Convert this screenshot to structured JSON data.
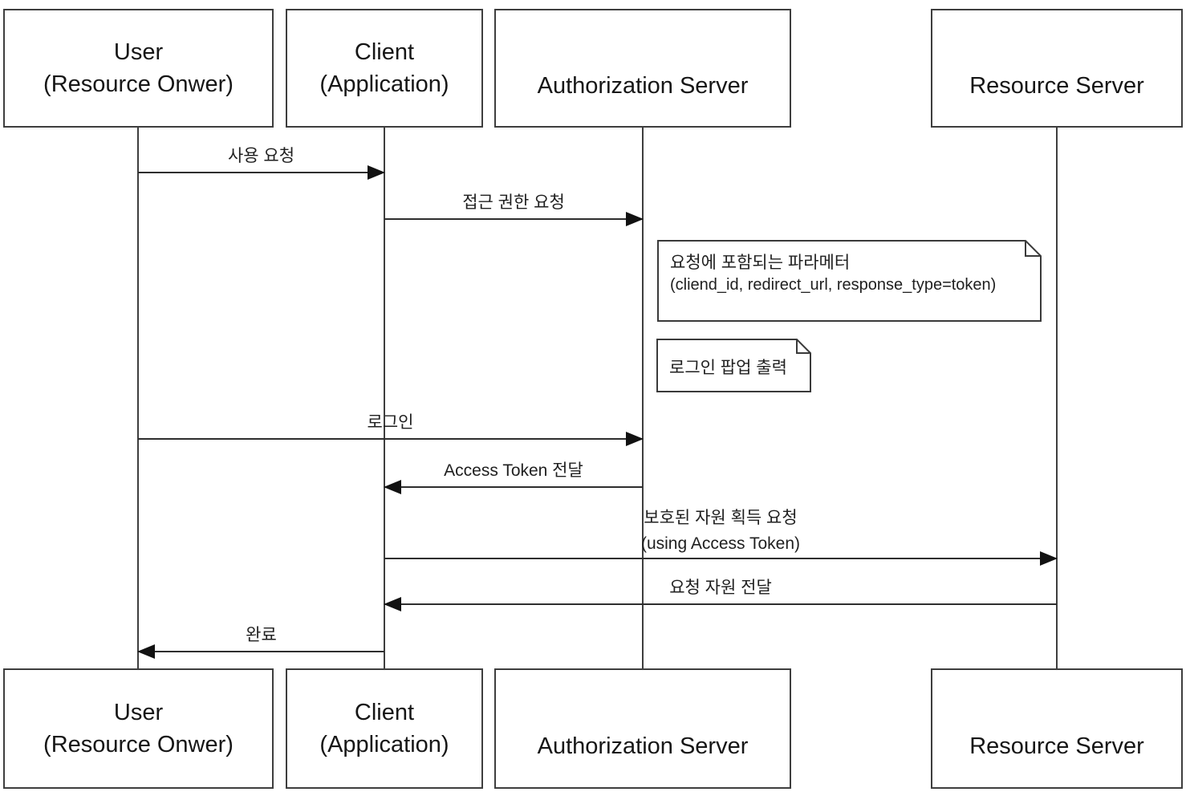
{
  "actors": [
    {
      "id": "user",
      "line1": "User",
      "line2": "(Resource Onwer)"
    },
    {
      "id": "client",
      "line1": "Client",
      "line2": "(Application)"
    },
    {
      "id": "auth",
      "line1": "Authorization Server",
      "line2": ""
    },
    {
      "id": "resource",
      "line1": "Resource Server",
      "line2": ""
    }
  ],
  "messages": [
    {
      "label": "사용 요청",
      "from": "user",
      "to": "client",
      "direction": "right"
    },
    {
      "label": "접근 권한 요청",
      "from": "client",
      "to": "auth",
      "direction": "right"
    },
    {
      "label": "로그인",
      "from": "user",
      "to": "auth",
      "direction": "right"
    },
    {
      "label": "Access Token 전달",
      "from": "auth",
      "to": "client",
      "direction": "left"
    },
    {
      "label": "보호된 자원 획득 요청",
      "sublabel": "(using Access Token)",
      "from": "client",
      "to": "resource",
      "direction": "right"
    },
    {
      "label": "요청 자원 전달",
      "from": "resource",
      "to": "client",
      "direction": "left"
    },
    {
      "label": "완료",
      "from": "client",
      "to": "user",
      "direction": "left"
    }
  ],
  "notes": [
    {
      "line1": "요청에 포함되는 파라메터",
      "line2": "(cliend_id, redirect_url, response_type=token)"
    },
    {
      "line1": "로그인 팝업 출력"
    }
  ],
  "colors": {
    "background": "#ffffff",
    "line": "#2e2e2e",
    "box_border": "#3e3e3e",
    "text": "#1c1c1c"
  }
}
